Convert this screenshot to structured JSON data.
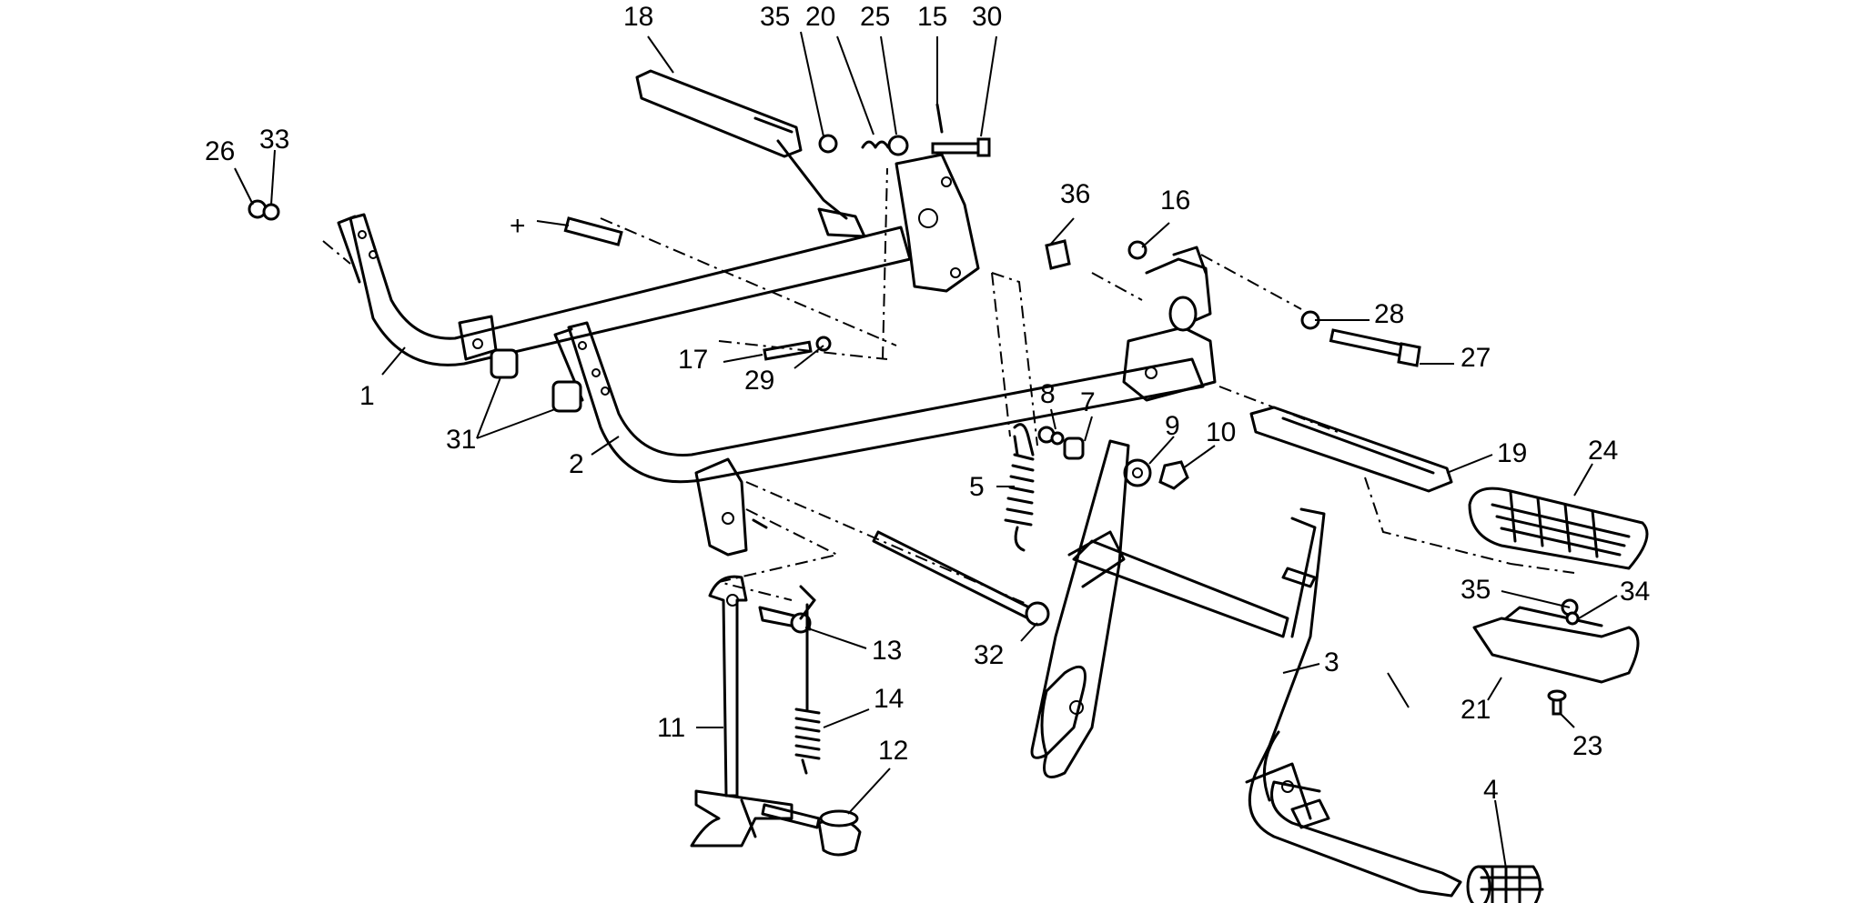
{
  "callouts": [
    {
      "id": "18",
      "text": "18"
    },
    {
      "id": "35a",
      "text": "35"
    },
    {
      "id": "20",
      "text": "20"
    },
    {
      "id": "25",
      "text": "25"
    },
    {
      "id": "15",
      "text": "15"
    },
    {
      "id": "30",
      "text": "30"
    },
    {
      "id": "26",
      "text": "26"
    },
    {
      "id": "33",
      "text": "33"
    },
    {
      "id": "plus",
      "text": "+"
    },
    {
      "id": "36",
      "text": "36"
    },
    {
      "id": "16",
      "text": "16"
    },
    {
      "id": "28",
      "text": "28"
    },
    {
      "id": "27",
      "text": "27"
    },
    {
      "id": "17",
      "text": "17"
    },
    {
      "id": "29",
      "text": "29"
    },
    {
      "id": "1",
      "text": "1"
    },
    {
      "id": "31",
      "text": "31"
    },
    {
      "id": "2",
      "text": "2"
    },
    {
      "id": "8",
      "text": "8"
    },
    {
      "id": "7",
      "text": "7"
    },
    {
      "id": "9",
      "text": "9"
    },
    {
      "id": "10",
      "text": "10"
    },
    {
      "id": "19",
      "text": "19"
    },
    {
      "id": "24",
      "text": "24"
    },
    {
      "id": "5",
      "text": "5"
    },
    {
      "id": "35b",
      "text": "35"
    },
    {
      "id": "34",
      "text": "34"
    },
    {
      "id": "13",
      "text": "13"
    },
    {
      "id": "32",
      "text": "32"
    },
    {
      "id": "3",
      "text": "3"
    },
    {
      "id": "21",
      "text": "21"
    },
    {
      "id": "14",
      "text": "14"
    },
    {
      "id": "11",
      "text": "11"
    },
    {
      "id": "12",
      "text": "12"
    },
    {
      "id": "23",
      "text": "23"
    },
    {
      "id": "4",
      "text": "4"
    }
  ]
}
